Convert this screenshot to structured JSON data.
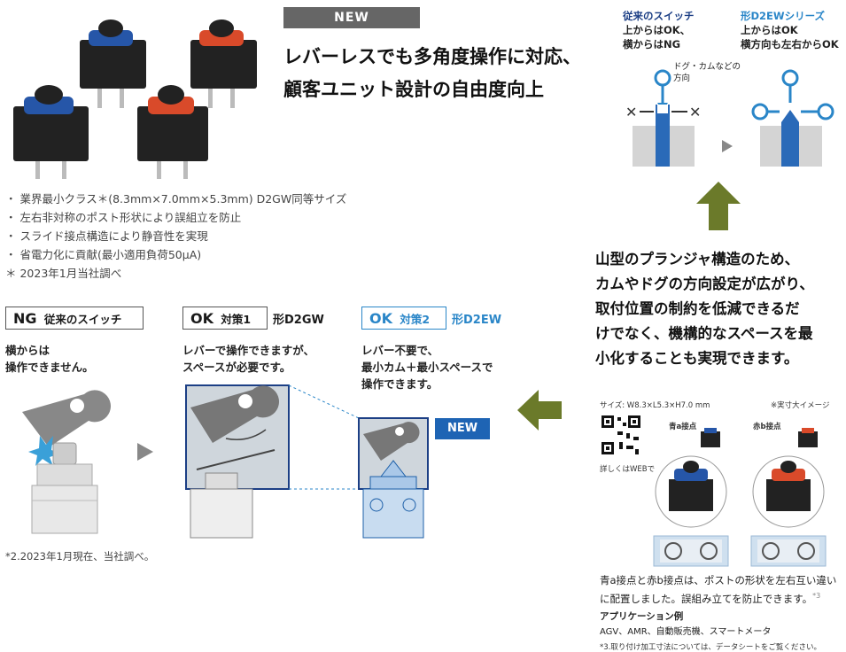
{
  "top": {
    "new_badge": "NEW",
    "headline_line1": "レバーレスでも多角度操作に対応、",
    "headline_line2": "顧客ユニット設計の自由度向上"
  },
  "bullets": [
    "・ 業界最小クラス＊(8.3mm×7.0mm×5.3mm) D2GW同等サイズ",
    "・ 左右非対称のポスト形状により誤組立を防止",
    "・ スライド接点構造により静音性を実現",
    "・ 省電力化に貢献(最小適用負荷50μA)",
    "＊ 2023年1月当社調べ"
  ],
  "comparison": {
    "ng": {
      "badge": "NG",
      "title": "従来のスイッチ",
      "desc1": "横からは",
      "desc2": "操作できません。"
    },
    "ok1": {
      "badge": "OK",
      "tag": "対策1",
      "model": "形D2GW",
      "desc1": "レバーで操作できますが、",
      "desc2": "スペースが必要です。"
    },
    "ok2": {
      "badge": "OK",
      "tag": "対策2",
      "model": "形D2EW",
      "desc1": "レバー不要で、",
      "desc2": "最小カム＋最小スペースで",
      "desc3": "操作できます。"
    },
    "new_badge": "NEW",
    "footnote": "*2.2023年1月現在、当社調べ。"
  },
  "diagram_top": {
    "left_title": "従来のスイッチ",
    "left_line1": "上からはOK、",
    "left_line2": "横からはNG",
    "right_title": "形D2EWシリーズ",
    "right_line1": "上からはOK",
    "right_line2": "横方向も左右からOK",
    "annotation1": "ドグ・カムなどの",
    "annotation2": "方向"
  },
  "plunger": {
    "lines": [
      "山型のプランジャ構造のため、",
      "カムやドグの方向設定が広がり、",
      "取付位置の制約を低減できるだ",
      "けでなく、機構的なスペースを最",
      "小化することも実現できます。"
    ]
  },
  "bottom_right": {
    "size": "サイズ: W8.3×L5.3×H7.0 mm",
    "actual_size": "※実寸大イメージ",
    "web": "詳しくはWEBで",
    "blue_contact": "青a接点",
    "red_contact": "赤b接点",
    "note1": "青a接点と赤b接点は、ポストの形状を左右互い違い",
    "note2": "に配置しました。誤組み立てを防止できます。",
    "note2_sup": "*3",
    "app_title": "アプリケーション例",
    "app_list": "AGV、AMR、自動販売機、スマートメータ",
    "footnote3": "*3.取り付け加工寸法については、データシートをご覧ください。"
  },
  "colors": {
    "blue": "#2a86c8",
    "navy": "#1c3f85",
    "olive": "#6b7a2a",
    "red": "#d94a2a",
    "gray": "#888888"
  }
}
